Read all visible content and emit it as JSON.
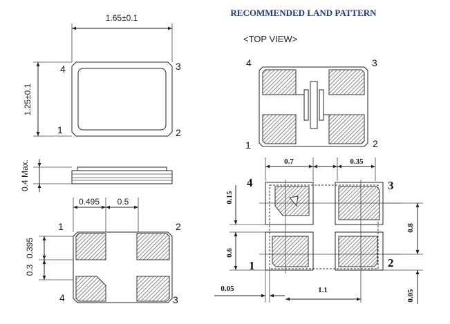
{
  "colors": {
    "title": "#1f3d7a",
    "ink": "#222222",
    "hatch": "#555555",
    "pad_fill": "#ffffff"
  },
  "left_views": {
    "top_view": {
      "width_dim": "1.65±0.1",
      "height_dim": "1.25±0.1",
      "pins": {
        "p1": "1",
        "p2": "2",
        "p3": "3",
        "p4": "4"
      }
    },
    "side_view": {
      "height_dim": "0.4 Max."
    },
    "bottom_view": {
      "dim_a": "0.495",
      "dim_b": "0.5",
      "dim_c": "0.395",
      "dim_d": "0.3",
      "pins": {
        "p1": "1",
        "p2": "2",
        "p3": "3",
        "p4": "4"
      }
    }
  },
  "right_views": {
    "title": "RECOMMENDED LAND PATTERN",
    "top_view_label": "<TOP VIEW>",
    "top_pins": {
      "p1": "1",
      "p2": "2",
      "p3": "3",
      "p4": "4"
    },
    "land": {
      "dim_07": "0.7",
      "dim_035": "0.35",
      "dim_015": "0.15",
      "dim_06": "0.6",
      "dim_08": "0.8",
      "dim_005_left": "0.05",
      "dim_11": "1.1",
      "dim_005_right": "0.05",
      "pins": {
        "p1": "1",
        "p2": "2",
        "p3": "3",
        "p4": "4"
      }
    }
  }
}
